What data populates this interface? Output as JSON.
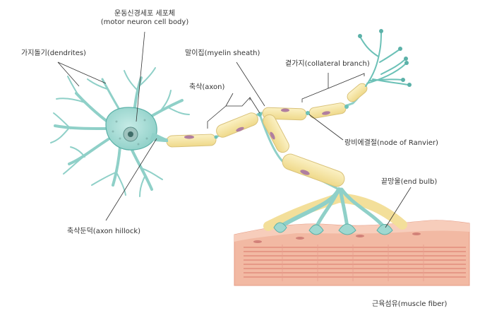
{
  "labels": {
    "motor_neuron_cell_body": {
      "ko": "운동신경세포 세포체",
      "en": "(motor neuron cell body)"
    },
    "dendrites": "가지돌기(dendrites)",
    "myelin_sheath": "말이집(myelin sheath)",
    "axon": "축삭(axon)",
    "collateral_branch": "곁가지(collateral branch)",
    "node_of_ranvier": "랑비에결절(node of Ranvier)",
    "end_bulb": "끝망울(end bulb)",
    "axon_hillock": "축삭둔덕(axon hillock)",
    "muscle_fiber": "근육섬유(muscle fiber)"
  },
  "colors": {
    "neuron_fill": "#a8dcd6",
    "neuron_stroke": "#5bb1a8",
    "myelin_fill": "#f7e6a6",
    "myelin_stroke": "#d9c27a",
    "schwann_nucleus": "#b07ea0",
    "muscle_fill": "#f2b9a3",
    "muscle_stripe": "#d9776a",
    "leader_line": "#333333"
  }
}
